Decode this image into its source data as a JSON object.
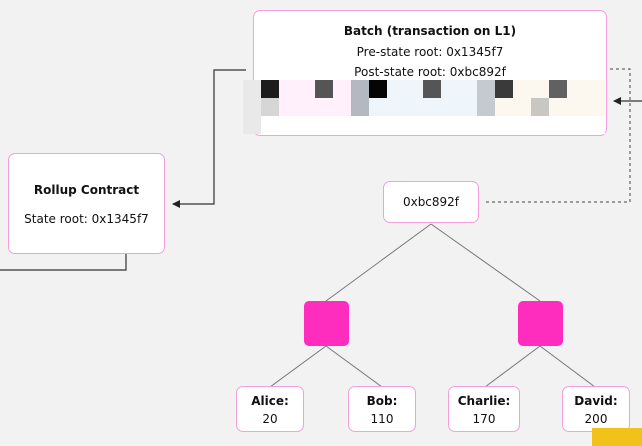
{
  "batch": {
    "title": "Batch (transaction on L1)",
    "pre_state": "Pre-state root: 0x1345f7",
    "post_state": "Post-state root: 0xbc892f"
  },
  "rollup": {
    "title": "Rollup Contract",
    "state_root": "State root: 0x1345f7"
  },
  "merkle": {
    "root": "0xbc892f",
    "leaves": [
      {
        "name": "Alice:",
        "value": "20"
      },
      {
        "name": "Bob:",
        "value": "110"
      },
      {
        "name": "Charlie:",
        "value": "170"
      },
      {
        "name": "David:",
        "value": "200"
      }
    ]
  },
  "colors": {
    "box_border": "#f4a0dc",
    "node_fill": "#ff2dbe",
    "accent": "#f2c21b",
    "line": "#222222"
  }
}
